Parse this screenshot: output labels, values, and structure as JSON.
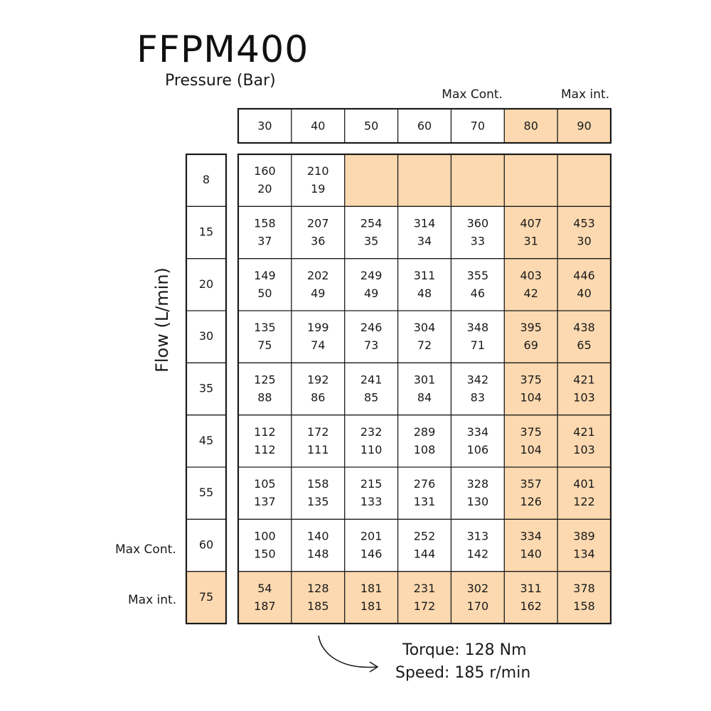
{
  "chart_data": {
    "type": "table",
    "title": "FFPM400",
    "xlabel": "Pressure (Bar)",
    "ylabel": "Flow (L/min)",
    "top_markers": [
      {
        "label": "Max Cont.",
        "pressure": 70
      },
      {
        "label": "Max int.",
        "pressure": 90
      }
    ],
    "side_markers": [
      {
        "label": "Max Cont.",
        "flow": 60
      },
      {
        "label": "Max int.",
        "flow": 75
      }
    ],
    "pressures": [
      30,
      40,
      50,
      60,
      70,
      80,
      90
    ],
    "flows": [
      8,
      15,
      20,
      30,
      35,
      45,
      55,
      60,
      75
    ],
    "highlight_pressures": [
      80,
      90
    ],
    "highlight_flows": [
      75
    ],
    "cells": [
      [
        [
          160,
          20
        ],
        [
          210,
          19
        ],
        null,
        null,
        null,
        null,
        null
      ],
      [
        [
          158,
          37
        ],
        [
          207,
          36
        ],
        [
          254,
          35
        ],
        [
          314,
          34
        ],
        [
          360,
          33
        ],
        [
          407,
          31
        ],
        [
          453,
          30
        ]
      ],
      [
        [
          149,
          50
        ],
        [
          202,
          49
        ],
        [
          249,
          49
        ],
        [
          311,
          48
        ],
        [
          355,
          46
        ],
        [
          403,
          42
        ],
        [
          446,
          40
        ]
      ],
      [
        [
          135,
          75
        ],
        [
          199,
          74
        ],
        [
          246,
          73
        ],
        [
          304,
          72
        ],
        [
          348,
          71
        ],
        [
          395,
          69
        ],
        [
          438,
          65
        ]
      ],
      [
        [
          125,
          88
        ],
        [
          192,
          86
        ],
        [
          241,
          85
        ],
        [
          301,
          84
        ],
        [
          342,
          83
        ],
        [
          375,
          104
        ],
        [
          421,
          103
        ]
      ],
      [
        [
          112,
          112
        ],
        [
          172,
          111
        ],
        [
          232,
          110
        ],
        [
          289,
          108
        ],
        [
          334,
          106
        ],
        [
          375,
          104
        ],
        [
          421,
          103
        ]
      ],
      [
        [
          105,
          137
        ],
        [
          158,
          135
        ],
        [
          215,
          133
        ],
        [
          276,
          131
        ],
        [
          328,
          130
        ],
        [
          357,
          126
        ],
        [
          401,
          122
        ]
      ],
      [
        [
          100,
          150
        ],
        [
          140,
          148
        ],
        [
          201,
          146
        ],
        [
          252,
          144
        ],
        [
          313,
          142
        ],
        [
          334,
          140
        ],
        [
          389,
          134
        ]
      ],
      [
        [
          54,
          187
        ],
        [
          128,
          185
        ],
        [
          181,
          181
        ],
        [
          231,
          172
        ],
        [
          302,
          170
        ],
        [
          311,
          162
        ],
        [
          378,
          158
        ]
      ]
    ],
    "legend": {
      "torque": "Torque: 128 Nm",
      "speed": "Speed: 185 r/min"
    },
    "colors": {
      "highlight": "#fcd9b0",
      "line": "#1a1a1a"
    }
  }
}
